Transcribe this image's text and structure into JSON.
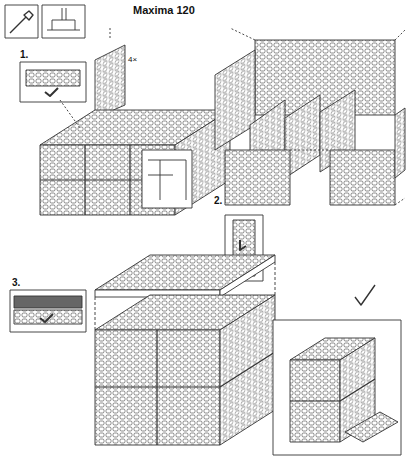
{
  "diagram": {
    "title": "Maxima 120",
    "labels": [
      "1.",
      "4×",
      "2.",
      "3."
    ]
  }
}
